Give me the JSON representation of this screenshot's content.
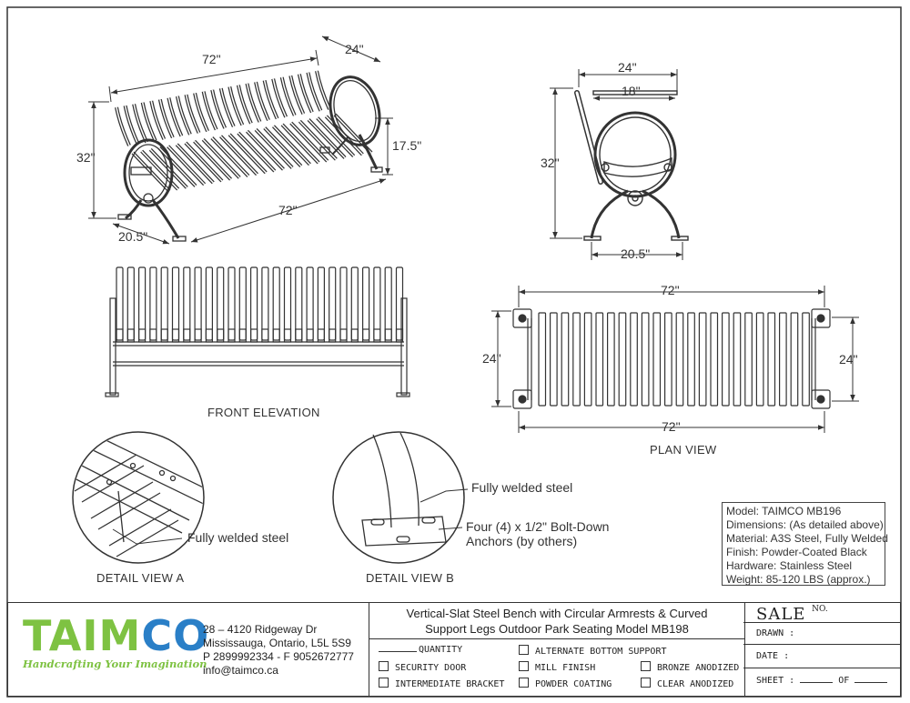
{
  "dims": {
    "iso_width": "72\"",
    "iso_depth": "24\"",
    "iso_height": "32\"",
    "iso_seat_height": "17.5\"",
    "iso_length": "72\"",
    "iso_leg_span": "20.5\"",
    "side_top": "24\"",
    "side_seat": "18\"",
    "side_height": "32\"",
    "side_base": "20.5\"",
    "plan_top": "72\"",
    "plan_left": "24\"",
    "plan_right": "24\"",
    "plan_bottom": "72\""
  },
  "views": {
    "front": "FRONT ELEVATION",
    "plan": "PLAN VIEW",
    "detail_a": "DETAIL VIEW A",
    "detail_b": "DETAIL VIEW B",
    "weld_a": "Fully welded steel",
    "weld_b": "Fully welded steel",
    "anchors_1": "Four (4) x 1/2\" Bolt-Down",
    "anchors_2": "Anchors (by others)"
  },
  "spec": {
    "model": "Model: TAIMCO MB196",
    "dimensions": "Dimensions: (As detailed above)",
    "material": "Material: A3S Steel, Fully Welded",
    "finish": "Finish: Powder-Coated Black",
    "hardware": "Hardware: Stainless Steel",
    "weight": "Weight: 85-120 LBS (approx.)"
  },
  "company": {
    "logo_part1": "TAIM",
    "logo_part2": "CO",
    "tagline": "Handcrafting Your Imagination",
    "addr1": "28 – 4120 Ridgeway Dr",
    "addr2": "Mississauga, Ontario, L5L 5S9",
    "phone": "P 2899992334 - F 9052672777",
    "email": "info@taimco.ca"
  },
  "title_block": {
    "title1": "Vertical-Slat Steel Bench with Circular Armrests & Curved",
    "title2": "Support Legs Outdoor Park Seating Model MB198",
    "quantity": "QUANTITY",
    "options": [
      "SECURITY DOOR",
      "INTERMEDIATE BRACKET",
      "ALTERNATE BOTTOM SUPPORT",
      "MILL FINISH",
      "POWDER COATING",
      "BRONZE ANODIZED",
      "CLEAR ANODIZED"
    ],
    "sale": "SALE",
    "no": "NO.",
    "drawn": "DRAWN :",
    "date": "DATE :",
    "sheet": "SHEET :",
    "of": "OF"
  },
  "colors": {
    "logo_green": "#7ec242",
    "logo_blue": "#2a7fc7"
  }
}
